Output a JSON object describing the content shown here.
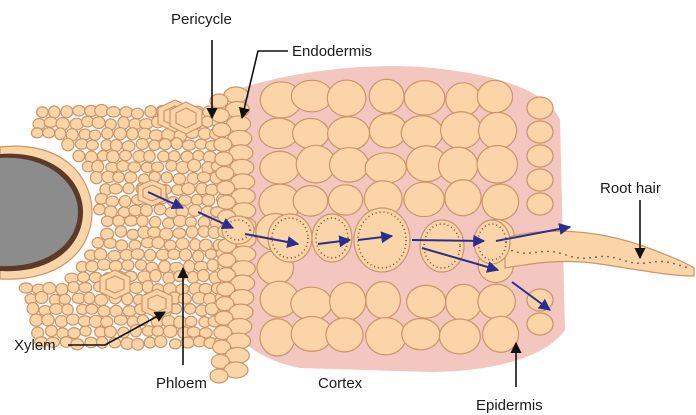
{
  "labels": {
    "pericycle": "Pericycle",
    "endodermis": "Endodermis",
    "root_hair": "Root hair",
    "xylem": "Xylem",
    "phloem": "Phloem",
    "cortex": "Cortex",
    "epidermis": "Epidermis"
  },
  "colors": {
    "cell_fill": "#fbd5a7",
    "cell_stroke": "#c9956a",
    "intercellular": "#f3c6c0",
    "vessel": "#8c8c8c",
    "flow_arrow": "#2a2f8f",
    "pointer": "#111111"
  }
}
